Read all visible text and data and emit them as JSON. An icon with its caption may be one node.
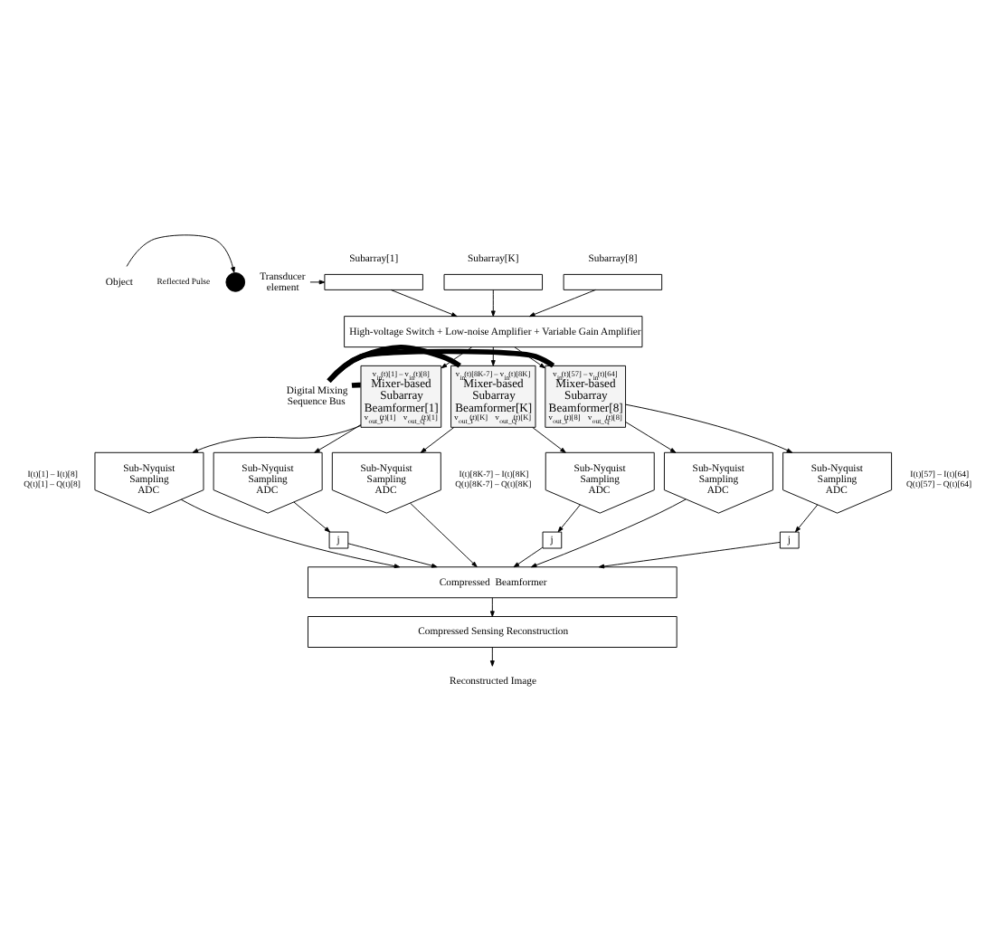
{
  "diagram": {
    "nodes": [
      {
        "text": [
          "Object"
        ]
      },
      {
        "text": [],
        "shape": "circle"
      },
      {
        "text": [
          "Transducer element"
        ]
      },
      {
        "text": [],
        "shape": "box",
        "beside": [
          "Subarray[1]"
        ]
      },
      {
        "text": [],
        "shape": "box",
        "beside": [
          "Subarray[K]"
        ]
      },
      {
        "text": [],
        "shape": "box",
        "beside": [
          "Subarray[8]"
        ]
      },
      {
        "text": [
          "High-voltage Switch + Low-noise Amplifier + Variable Gain Amplifier"
        ]
      },
      {
        "text": [
          "v$_{in}$(t)[1] – v$_{in}$(t)[8]",
          "Mixer-based Subarray Beamformer[1]",
          "v$_{out_I}$(t)[1]",
          "v$_{out_Q}$(t)[1]"
        ]
      },
      {
        "text": [
          "v$_{in}$(t)[8K-7] – v$_{in}$(t)[8K]",
          "Mixer-based Subarray Beamformer[K]",
          "v$_{out_I}$(t)[K]",
          "v$_{out_Q}$(t)[K]"
        ]
      },
      {
        "text": [
          "v$_{in}$(t)[57] – v$_{in}$(t)[64]",
          "Mixer-based Subarray Beamformer[8]",
          "v$_{out_I}$(t)[8]",
          "v$_{out_Q}$(t)[8]"
        ]
      },
      {
        "text": [
          "Digital Mixing Sequence Bus"
        ]
      },
      {
        "text": [
          "Sub-Nyquist Sampling ADC"
        ]
      },
      {
        "text": [
          "Sub-Nyquist Sampling ADC"
        ]
      },
      {
        "text": [
          "Sub-Nyquist Sampling ADC"
        ]
      },
      {
        "text": [
          "Sub-Nyquist Sampling ADC"
        ]
      },
      {
        "text": [
          "Sub-Nyquist Sampling ADC"
        ]
      },
      {
        "text": [
          "Sub-Nyquist Sampling ADC"
        ]
      },
      {
        "text": [
          "j"
        ]
      },
      {
        "text": [
          "j"
        ]
      },
      {
        "text": [
          "j"
        ]
      },
      {
        "text": [
          "Compressed  Beamformer"
        ]
      },
      {
        "text": [
          "Compressed Sensing Reconstruction"
        ]
      },
      {
        "text": [
          "Reconstructed Image"
        ]
      }
    ],
    "edges": [
      {
        "from": 0,
        "to": 1,
        "arrow": "to"
      },
      {
        "from": 2,
        "to": 3,
        "arrow": "to"
      },
      {
        "from": 3,
        "to": 6,
        "arrow": "to"
      },
      {
        "from": 4,
        "to": 6,
        "arrow": "to"
      },
      {
        "from": 5,
        "to": 6,
        "arrow": "to"
      },
      {
        "from": 6,
        "to": 7,
        "arrow": "to"
      },
      {
        "from": 6,
        "to": 8,
        "arrow": "to"
      },
      {
        "from": 6,
        "to": 9,
        "arrow": "to"
      },
      {
        "from": 10,
        "to": 7,
        "arrow": "none",
        "style": "thick"
      },
      {
        "from": 10,
        "to": 8,
        "arrow": "none",
        "style": "thick"
      },
      {
        "from": 10,
        "to": 9,
        "arrow": "none",
        "style": "thick"
      },
      {
        "from": 7,
        "to": 11,
        "arrow": "to"
      },
      {
        "from": 7,
        "to": 12,
        "arrow": "to"
      },
      {
        "from": 8,
        "to": 13,
        "arrow": "to"
      },
      {
        "from": 8,
        "to": 14,
        "arrow": "to"
      },
      {
        "from": 9,
        "to": 15,
        "arrow": "to"
      },
      {
        "from": 9,
        "to": 16,
        "arrow": "to"
      },
      {
        "from": 12,
        "to": 17,
        "arrow": "to"
      },
      {
        "from": 14,
        "to": 18,
        "arrow": "to"
      },
      {
        "from": 16,
        "to": 19,
        "arrow": "to"
      },
      {
        "from": 11,
        "to": 20,
        "arrow": "to"
      },
      {
        "from": 17,
        "to": 20,
        "arrow": "to"
      },
      {
        "from": 13,
        "to": 20,
        "arrow": "to"
      },
      {
        "from": 18,
        "to": 20,
        "arrow": "to"
      },
      {
        "from": 15,
        "to": 20,
        "arrow": "to"
      },
      {
        "from": 19,
        "to": 20,
        "arrow": "to"
      },
      {
        "from": 20,
        "to": 21,
        "arrow": "to"
      },
      {
        "from": 21,
        "to": 22,
        "arrow": "to"
      }
    ],
    "labels": [
      "Reflected Pulse",
      "I(t)[1] – I(t)[8] Q(t)[1] – Q(t)[8]",
      "I(t)[8K-7] – I(t)[8K] Q(t)[8K-7] – Q(t)[8K]",
      "I(t)[57] – I(t)[64] Q(t)[57] – Q(t)[64]"
    ]
  }
}
